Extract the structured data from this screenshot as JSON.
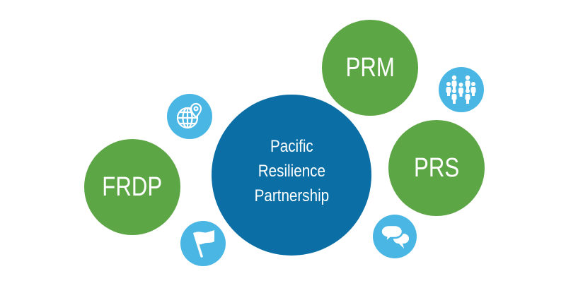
{
  "diagram": {
    "title": "Pacific Resilience Partnership",
    "center": {
      "lines": [
        "Pacific",
        "Resilience",
        "Partnership"
      ],
      "color": "#0b6fa6"
    },
    "nodes": [
      {
        "label": "PRM",
        "color": "#5da646"
      },
      {
        "label": "PRS",
        "color": "#5da646"
      },
      {
        "label": "FRDP",
        "color": "#5da646"
      }
    ],
    "icons": [
      {
        "name": "globe-location-icon",
        "color": "#4ab6e4"
      },
      {
        "name": "flag-icon",
        "color": "#4ab6e4"
      },
      {
        "name": "people-group-icon",
        "color": "#4ab6e4"
      },
      {
        "name": "chat-bubbles-icon",
        "color": "#4ab6e4"
      }
    ]
  }
}
